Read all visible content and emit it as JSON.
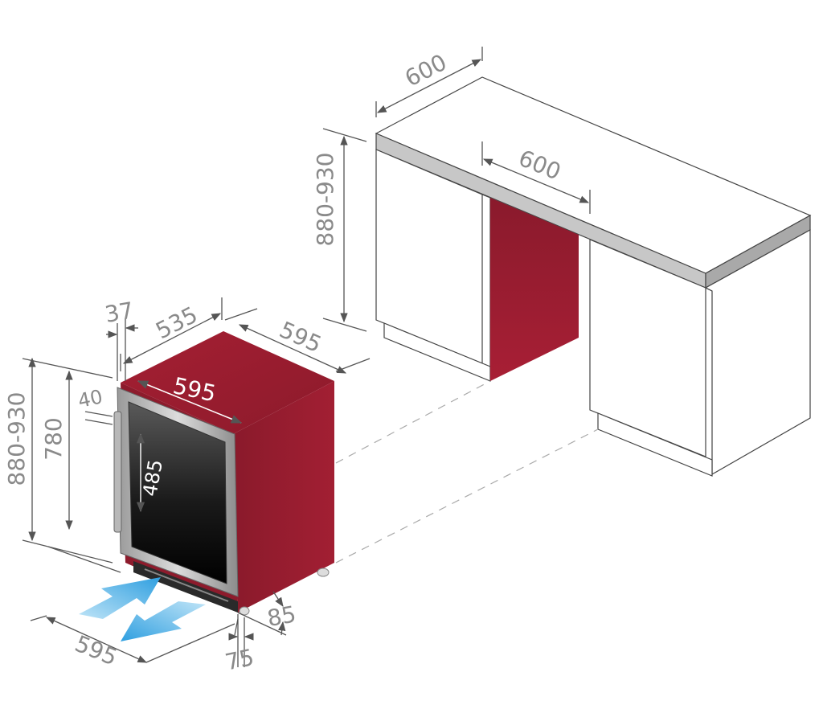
{
  "diagram": {
    "dimensions": {
      "counter_depth": "600",
      "counter_height": "880-930",
      "niche_width": "600",
      "unit_height_range": "880-930",
      "unit_height": "780",
      "door_offset_top": "37",
      "unit_depth": "535",
      "unit_side_width": "595",
      "unit_front_width": "595",
      "handle_offset": "40",
      "glass_height": "485",
      "floor_width": "595",
      "plinth_depth": "85",
      "plinth_height": "75"
    },
    "colors": {
      "cabinet_red": "#9b1d30",
      "cabinet_red_dark": "#7e1828",
      "counter_grey": "#c7c7c7",
      "airflow_blue": "#4aaee6",
      "dimension_grey": "#8a8a8a"
    },
    "icons": [
      "airflow-in-arrow-icon",
      "airflow-out-arrow-icon"
    ]
  }
}
